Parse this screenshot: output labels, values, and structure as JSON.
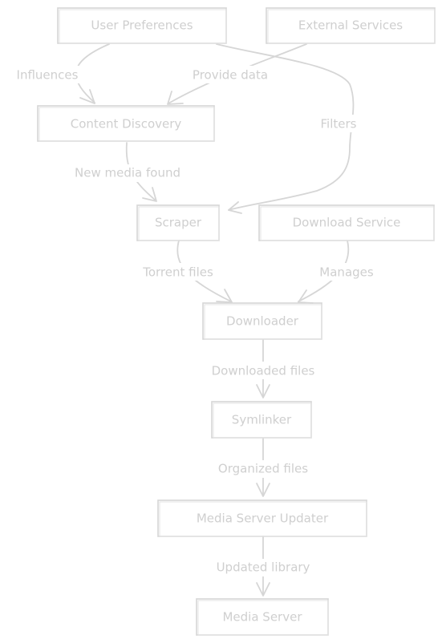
{
  "nodes": {
    "user_preferences": "User Preferences",
    "external_services": "External Services",
    "content_discovery": "Content Discovery",
    "scraper": "Scraper",
    "download_service": "Download Service",
    "downloader": "Downloader",
    "symlinker": "Symlinker",
    "media_server_updater": "Media Server Updater",
    "media_server": "Media Server"
  },
  "edges": {
    "influences": "Influences",
    "provide_data": "Provide data",
    "filters": "Filters",
    "new_media_found": "New media found",
    "torrent_files": "Torrent files",
    "manages": "Manages",
    "downloaded_files": "Downloaded files",
    "organized_files": "Organized files",
    "updated_library": "Updated library"
  },
  "colors": {
    "stroke": "#d6d6d6",
    "text": "#cfcfcf",
    "background": "#ffffff"
  }
}
